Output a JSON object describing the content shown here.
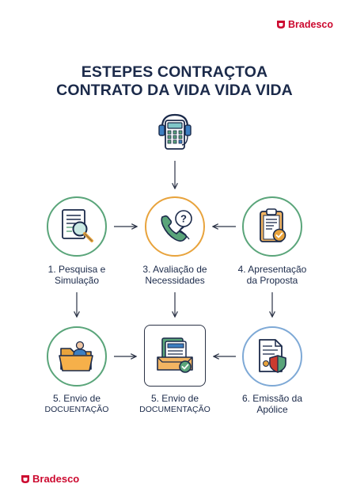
{
  "brand": {
    "name": "Bradesco",
    "color": "#cc092f"
  },
  "title": {
    "line1": "ESTEPES CONTRAÇTOA",
    "line2": "CONTRATO DA VIDA VIDA VIDA"
  },
  "steps": [
    {
      "icon": "document-magnifier-icon",
      "label": [
        "1. Pesquisa e",
        "Simulação"
      ]
    },
    {
      "icon": "phone-question-icon",
      "label": [
        "3. Avaliação de",
        "Necessidades"
      ]
    },
    {
      "icon": "clipboard-check-icon",
      "label": [
        "4. Apresentação",
        "da Proposta"
      ]
    },
    {
      "icon": "person-folder-icon",
      "label": [
        "5. Envio de",
        "DOCUENTAÇÃO"
      ]
    },
    {
      "icon": "documents-tray-icon",
      "label": [
        "5. Envio de",
        "DOCUMENTAÇÃO"
      ]
    },
    {
      "icon": "document-shield-icon",
      "label": [
        "6. Emissão da",
        "Apólice"
      ]
    }
  ],
  "top_icon": "calculator-headset-icon",
  "colors": {
    "green": "#5aa57a",
    "orange": "#e8a33c",
    "blue": "#7ea9d6",
    "navy": "#1b2a4a"
  }
}
